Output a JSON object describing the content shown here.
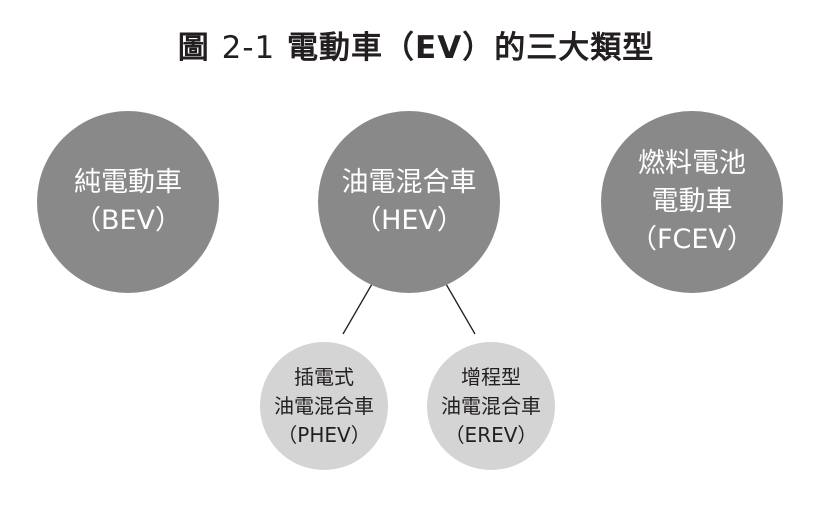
{
  "title": {
    "prefix": "圖",
    "number": "2-1",
    "text": "電動車（EV）的三大類型"
  },
  "nodes": {
    "bev": {
      "lines": [
        "純電動車",
        "（BEV）"
      ]
    },
    "hev": {
      "lines": [
        "油電混合車",
        "（HEV）"
      ]
    },
    "fcev": {
      "lines": [
        "燃料電池",
        "電動車",
        "（FCEV）"
      ]
    },
    "phev": {
      "lines": [
        "插電式",
        "油電混合車",
        "（PHEV）"
      ]
    },
    "erev": {
      "lines": [
        "增程型",
        "油電混合車",
        "（EREV）"
      ]
    }
  },
  "colors": {
    "main_node": "#898989",
    "sub_node": "#d4d4d4",
    "text_dark": "#231f20",
    "connector": "#231f20"
  }
}
